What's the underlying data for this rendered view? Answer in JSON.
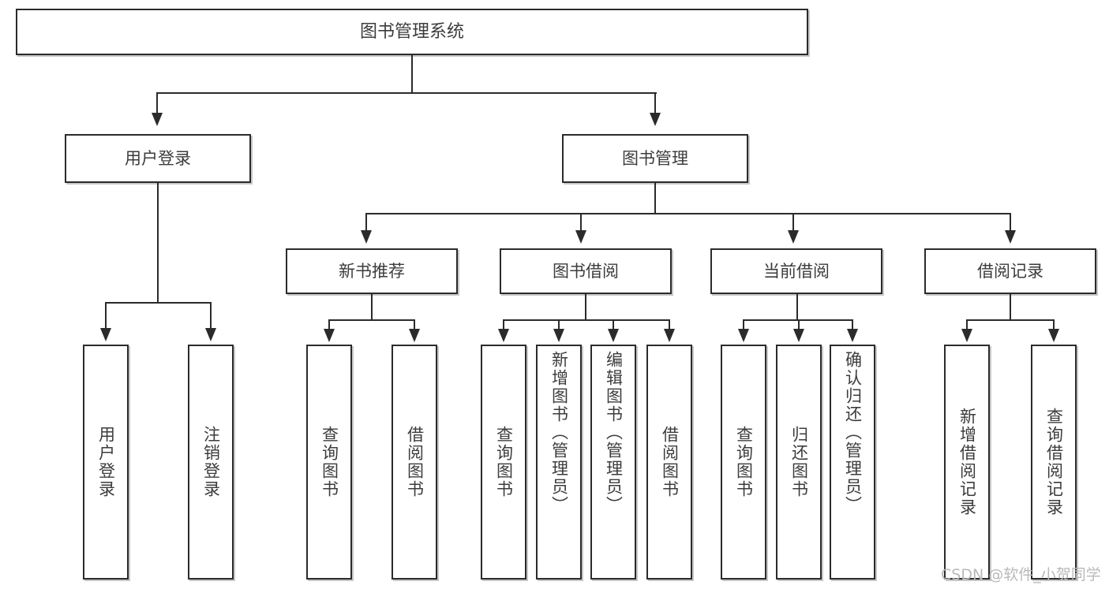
{
  "diagram": {
    "title": "图书管理系统",
    "type": "tree",
    "root": {
      "label": "图书管理系统"
    },
    "level1": [
      {
        "label": "用户登录"
      },
      {
        "label": "图书管理"
      }
    ],
    "level2": [
      {
        "label": "新书推荐"
      },
      {
        "label": "图书借阅"
      },
      {
        "label": "当前借阅"
      },
      {
        "label": "借阅记录"
      }
    ],
    "leaves": {
      "user_login": [
        {
          "label": "用户登录"
        },
        {
          "label": "注销登录"
        }
      ],
      "new_book_recommend": [
        {
          "label": "查询图书"
        },
        {
          "label": "借阅图书"
        }
      ],
      "book_borrow": [
        {
          "label": "查询图书"
        },
        {
          "label": "新增图书（管理员）"
        },
        {
          "label": "编辑图书（管理员）"
        },
        {
          "label": "借阅图书"
        }
      ],
      "current_borrow": [
        {
          "label": "查询图书"
        },
        {
          "label": "归还图书"
        },
        {
          "label": "确认归还（管理员）"
        }
      ],
      "borrow_record": [
        {
          "label": "新增借阅记录"
        },
        {
          "label": "查询借阅记录"
        }
      ]
    }
  },
  "watermark": {
    "text": "CSDN @软件_小贺同学"
  },
  "colors": {
    "stroke": "#2b2b2b",
    "text": "#3c3c3c",
    "background": "#ffffff",
    "watermark": "#b9b9b9"
  }
}
